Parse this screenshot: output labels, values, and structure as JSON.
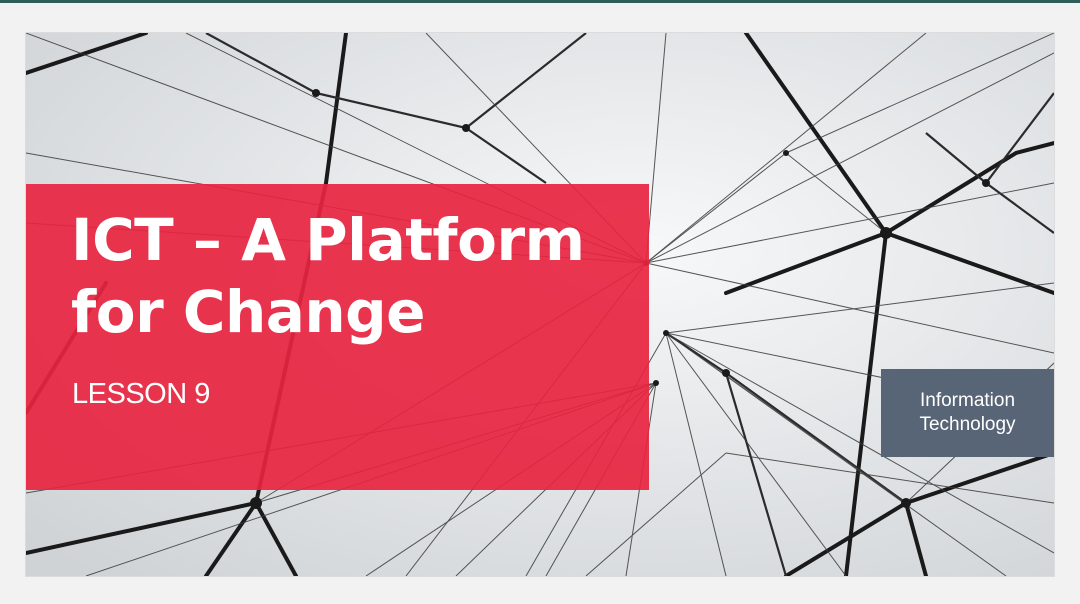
{
  "slide": {
    "title_line1": "ICT – A Platform",
    "title_line2": "for Change",
    "subtitle": "LESSON 9",
    "badge_line1": "Information",
    "badge_line2": "Technology"
  },
  "colors": {
    "accent": "#e82440",
    "badge": "#586577",
    "top_rule": "#2e5e57",
    "background": "#e9ebed"
  },
  "background_image": "network-strings-photo"
}
